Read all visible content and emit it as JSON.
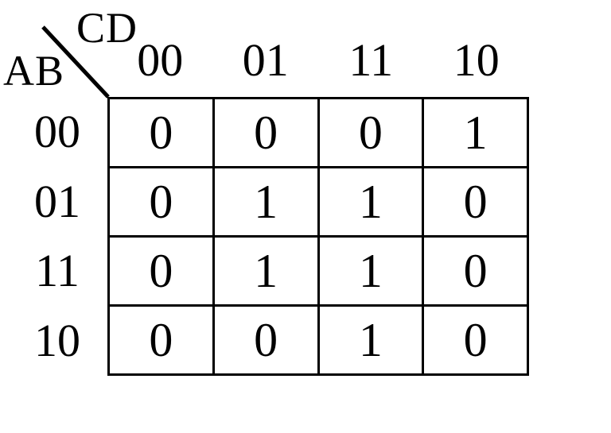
{
  "figure": {
    "type": "karnaugh-map",
    "corner": {
      "col_var": "CD",
      "row_var": "AB"
    },
    "col_labels": [
      "00",
      "01",
      "11",
      "10"
    ],
    "row_labels": [
      "00",
      "01",
      "11",
      "10"
    ],
    "cells": [
      [
        "0",
        "0",
        "0",
        "1"
      ],
      [
        "0",
        "1",
        "1",
        "0"
      ],
      [
        "0",
        "1",
        "1",
        "0"
      ],
      [
        "0",
        "0",
        "1",
        "0"
      ]
    ]
  },
  "colors": {
    "line": "#000000",
    "text": "#000000",
    "background": "#ffffff"
  }
}
